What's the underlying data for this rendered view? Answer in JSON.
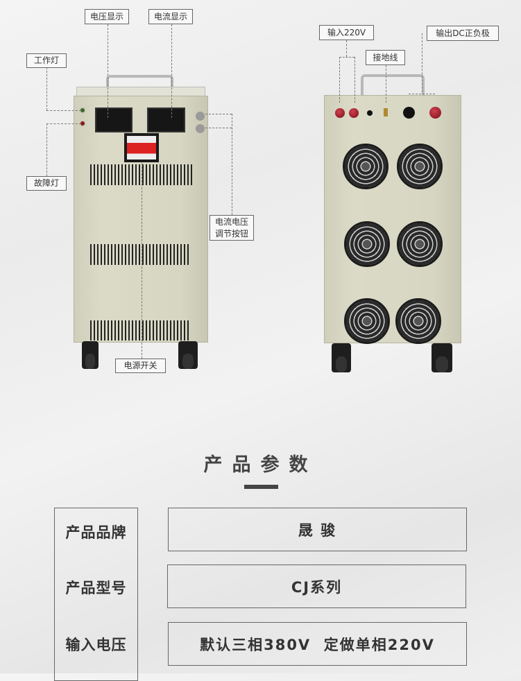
{
  "callouts": {
    "voltage_display": "电压显示",
    "current_display": "电流显示",
    "work_light": "工作灯",
    "fault_light": "故障灯",
    "adjust_knob_line1": "电流电压",
    "adjust_knob_line2": "调节按钮",
    "power_switch": "电源开关",
    "input_220v": "输入220V",
    "ground_wire": "接地线",
    "dc_output": "输出DC正负极"
  },
  "section_title": "产品参数",
  "params": [
    {
      "label": "产品品牌",
      "value": "晟 骏"
    },
    {
      "label": "产品型号",
      "value": "CJ系列"
    },
    {
      "label": "输入电压",
      "value": "默认三相380V  定做单相220V"
    }
  ],
  "colors": {
    "cabinet": "#d6d6c2",
    "text": "#333333",
    "accent_bar": "#444444"
  }
}
